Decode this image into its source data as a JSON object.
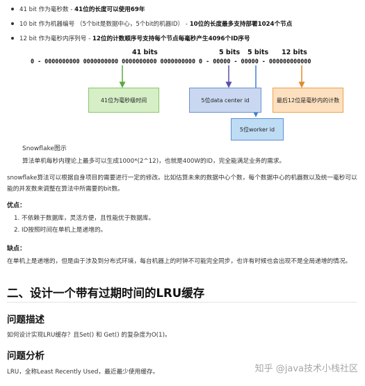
{
  "bullets": [
    {
      "plain": "41 bit 作为毫秒数 - ",
      "bold": "41位的长度可以使用69年"
    },
    {
      "plain": "10 bit 作为机器编号 （5个bit是数据中心，5个bit的机器ID） - ",
      "bold": "10位的长度最多支持部署1024个节点"
    },
    {
      "plain": "12 bit 作为毫秒内序列号 - ",
      "bold": "12位的计数顺序号支持每个节点每毫秒产生4096个ID序号"
    }
  ],
  "diagram": {
    "bit_labels": [
      "41 bits",
      "5 bits",
      "5 bits",
      "12 bits"
    ],
    "bit_string": "0 - 0000000000 0000000000 0000000000 0000000000 0 - 00000 - 00000 - 000000000000",
    "boxes": {
      "timestamp": "41位为毫秒级时间",
      "datacenter": "5位data center id",
      "worker": "5位worker id",
      "sequence": "最后12位是毫秒内的计数"
    },
    "colors": {
      "timestamp_bg": "#d6efc7",
      "timestamp_border": "#8cc36b",
      "datacenter_bg": "#c9d8f0",
      "datacenter_border": "#6f8fcf",
      "worker_bg": "#bfdcf5",
      "worker_border": "#5a8fd0",
      "sequence_bg": "#fde0bf",
      "sequence_border": "#eaa24f",
      "arrow_green": "#5aaa3c",
      "arrow_purple": "#5a4ea8",
      "arrow_blue": "#3f7fd0",
      "arrow_orange": "#e08a2c"
    }
  },
  "caption": "Snowflake图示",
  "caption_note": "算法单机每秒内理论上最多可以生成1000*(2^12)，也就是400W的ID，完全能满足业务的需求。",
  "paragraph1": "snowflake算法可以根据自身项目的需要进行一定的修改。比如估算未来的数据中心个数，每个数据中心的机器数以及统一毫秒可以能的并发数来调整在算法中所需要的bit数。",
  "pros_title": "优点：",
  "pros": [
    "1. 不依赖于数据库，灵活方便，且性能优于数据库。",
    "2. ID按照时间在单机上是递增的。"
  ],
  "cons_title": "缺点：",
  "cons": "在单机上是递增的，但是由于涉及到分布式环境，每台机器上的时钟不可能完全同步，也许有时候也会出现不是全局递增的情况。",
  "h2": "二、设计一个带有过期时间的LRU缓存",
  "h3_problem": "问题描述",
  "problem": "如何设计实现LRU缓存？且Set() 和 Get() 的复杂度为O(1)。",
  "h3_analysis": "问题分析",
  "analysis": "LRU，全称Least Recently Used，最近最少使用缓存。",
  "watermark": "知乎 @java技术小栈社区"
}
